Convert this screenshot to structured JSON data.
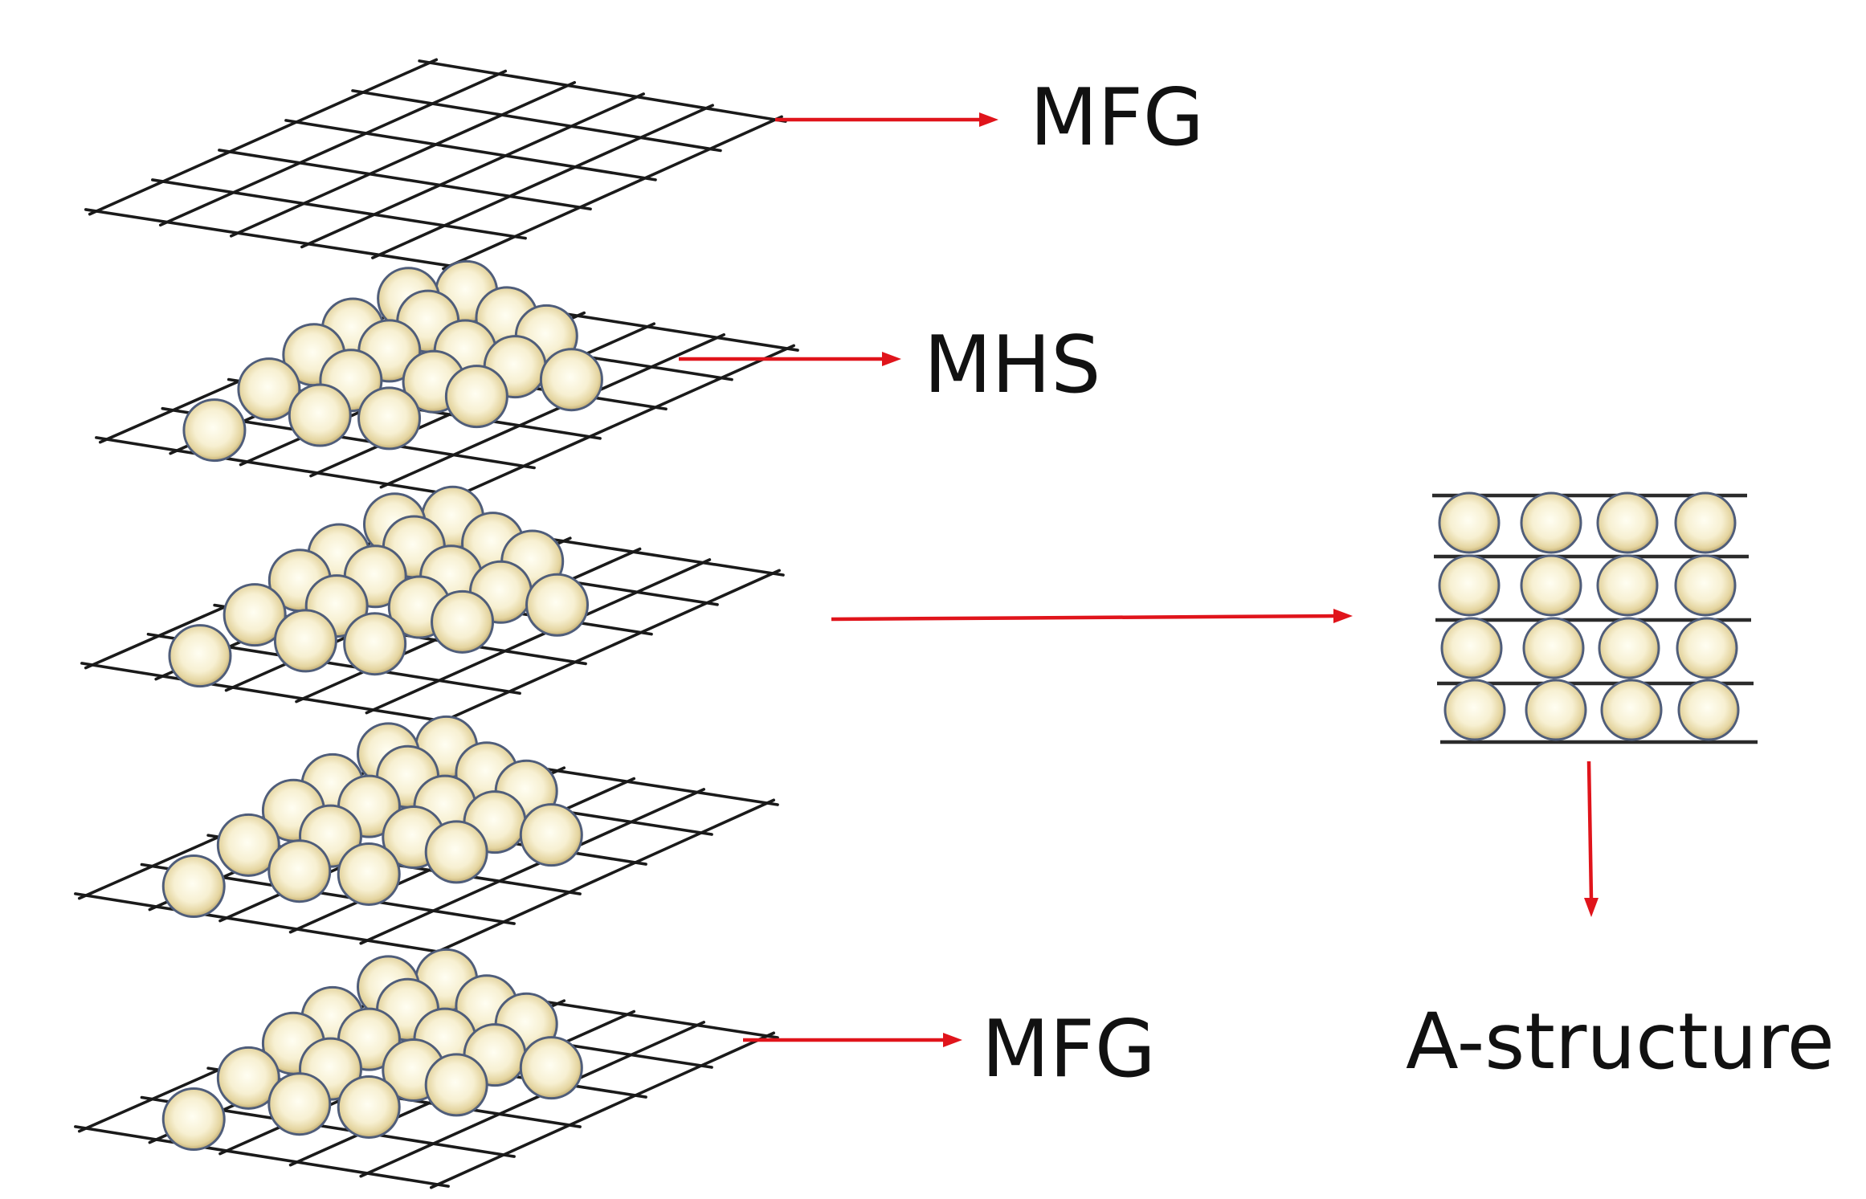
{
  "labels": {
    "top_layer": "MFG",
    "ball_layer": "MHS",
    "bottom_layer": "MFG",
    "result": "A-structure"
  },
  "colors": {
    "arrow": "#e0141b",
    "grid": "#1a1a1a",
    "sphere_center": "#fffef2",
    "sphere_mid": "#f4ecc9",
    "sphere_edge": "#c9b57f",
    "sphere_outline": "#4f5d7a"
  },
  "layers": {
    "grid_only": 1,
    "grid_with_spheres": 4,
    "spheres_per_layer": 18
  },
  "stack_view": {
    "rows": 4,
    "columns": 4
  }
}
